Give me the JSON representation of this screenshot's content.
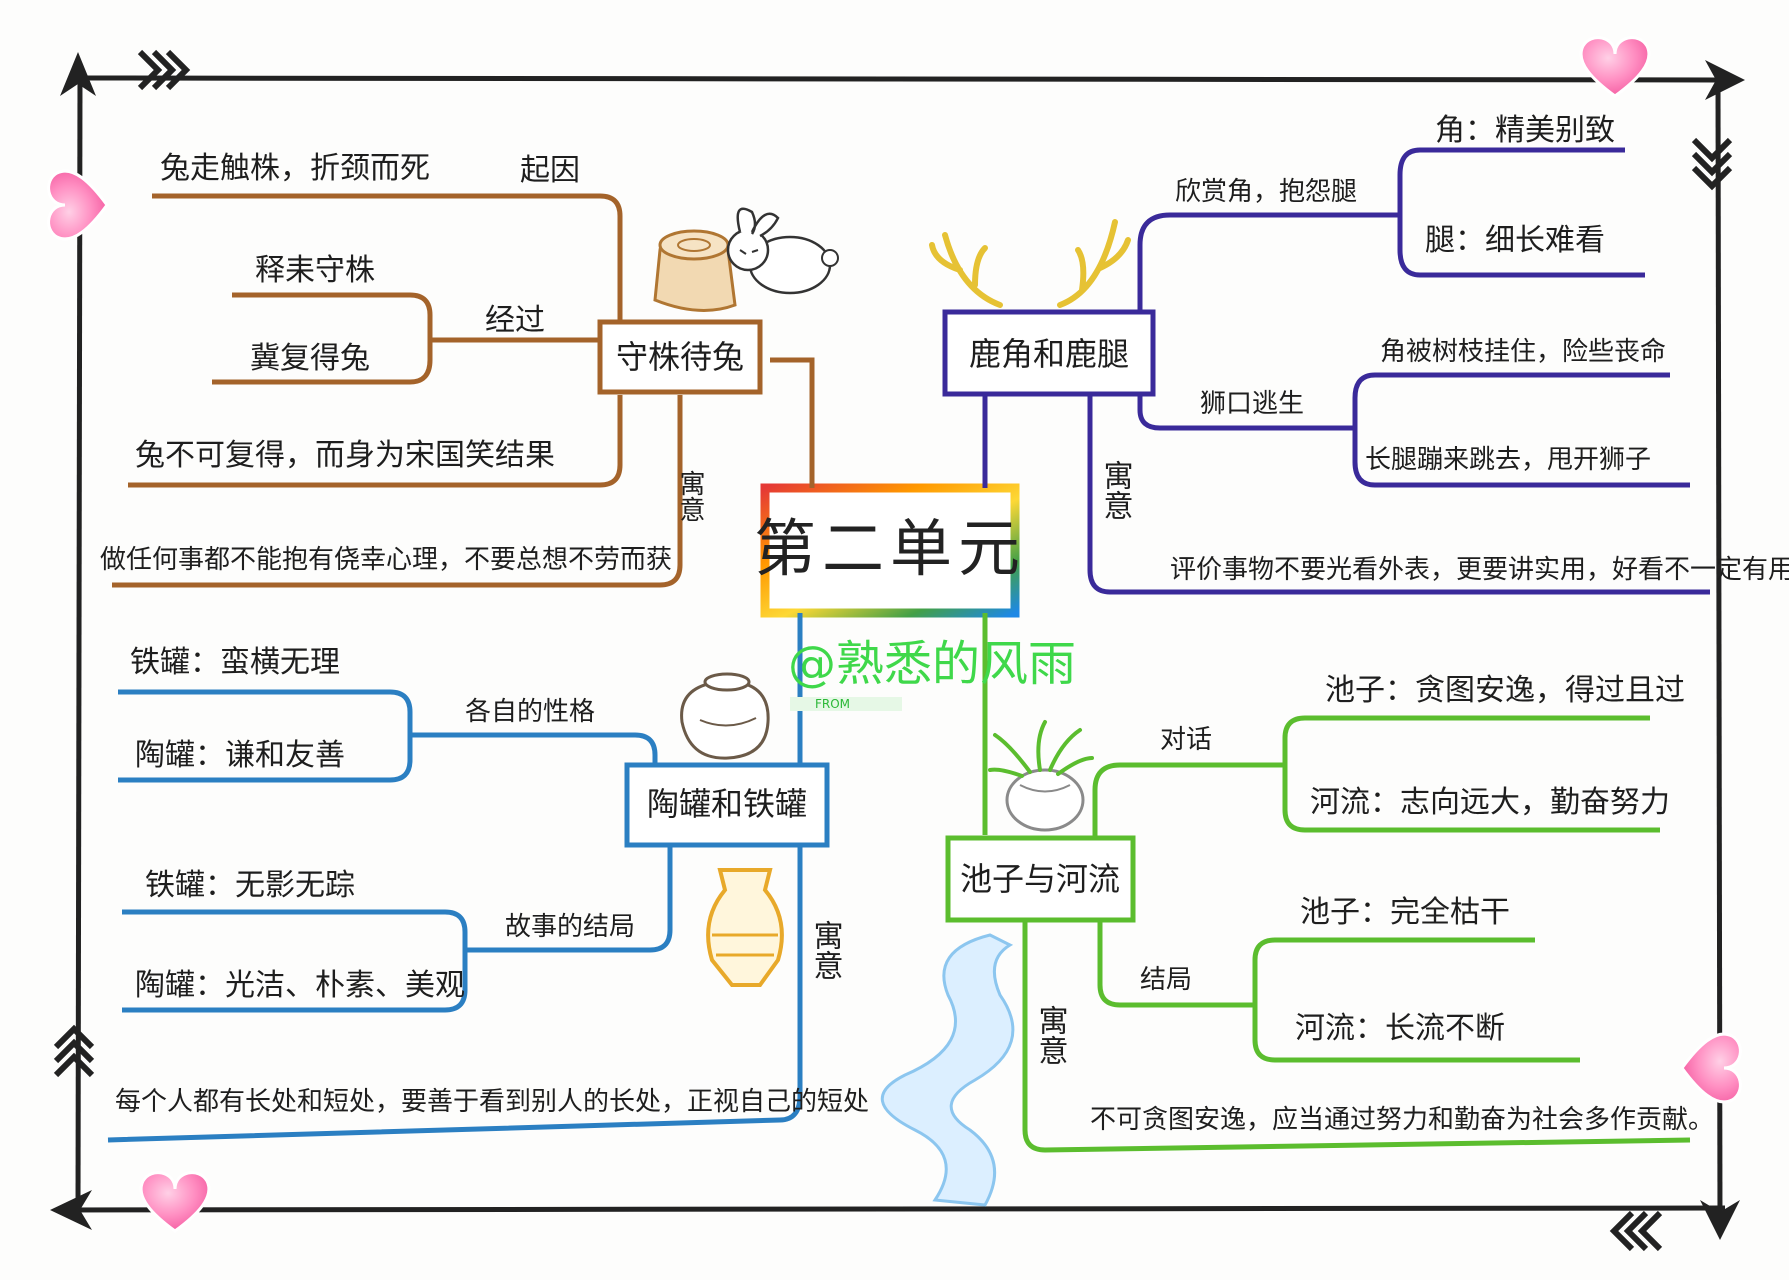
{
  "center": {
    "title": "第二单元"
  },
  "watermark": {
    "text": "@熟悉的风雨",
    "sub": "FROM"
  },
  "colors": {
    "tree": "#a4632a",
    "deer": "#3a2a9a",
    "jar": "#2b7fc2",
    "pond": "#5bbd2e",
    "antler": "#e6c234",
    "heart": "#ff7fb8",
    "frame": "#222222"
  },
  "branches": {
    "tree": {
      "title": "守株待兔",
      "edges": {
        "cause": "起因",
        "process": "经过",
        "result": "结果",
        "moral_label": "寓意"
      },
      "cause_text": "兔走触株，折颈而死",
      "process_items": [
        "释耒守株",
        "冀复得兔"
      ],
      "result_text": "兔不可复得，而身为宋国笑",
      "moral": "做任何事都不能抱有侥幸心理，不要总想不劳而获"
    },
    "deer": {
      "title": "鹿角和鹿腿",
      "edges": {
        "first": "欣赏角，抱怨腿",
        "second": "狮口逃生",
        "moral_label": "寓意"
      },
      "first_items": [
        "角：精美别致",
        "腿：细长难看"
      ],
      "second_items": [
        "角被树枝挂住，险些丧命",
        "长腿蹦来跳去，甩开狮子"
      ],
      "moral": "评价事物不要光看外表，更要讲实用，好看不一定有用。"
    },
    "jar": {
      "title": "陶罐和铁罐",
      "edges": {
        "first": "各自的性格",
        "second": "故事的结局",
        "moral_label": "寓意"
      },
      "first_items": [
        "铁罐：蛮横无理",
        "陶罐：谦和友善"
      ],
      "second_items": [
        "铁罐：无影无踪",
        "陶罐：光洁、朴素、美观"
      ],
      "moral": "每个人都有长处和短处，要善于看到别人的长处，正视自己的短处"
    },
    "pond": {
      "title": "池子与河流",
      "edges": {
        "first": "对话",
        "second": "结局",
        "moral_label": "寓意"
      },
      "first_items": [
        "池子：贪图安逸，得过且过",
        "河流：志向远大，勤奋努力"
      ],
      "second_items": [
        "池子：完全枯干",
        "河流：长流不断"
      ],
      "moral": "不可贪图安逸，应当通过努力和勤奋为社会多作贡献。"
    }
  },
  "icons": [
    "tree-stump-icon",
    "rabbit-icon",
    "antler-icon",
    "clay-jar-icon",
    "golden-jar-icon",
    "grass-tuft-icon",
    "river-icon",
    "heart-icon",
    "arrow-icon",
    "chevron-icon"
  ]
}
